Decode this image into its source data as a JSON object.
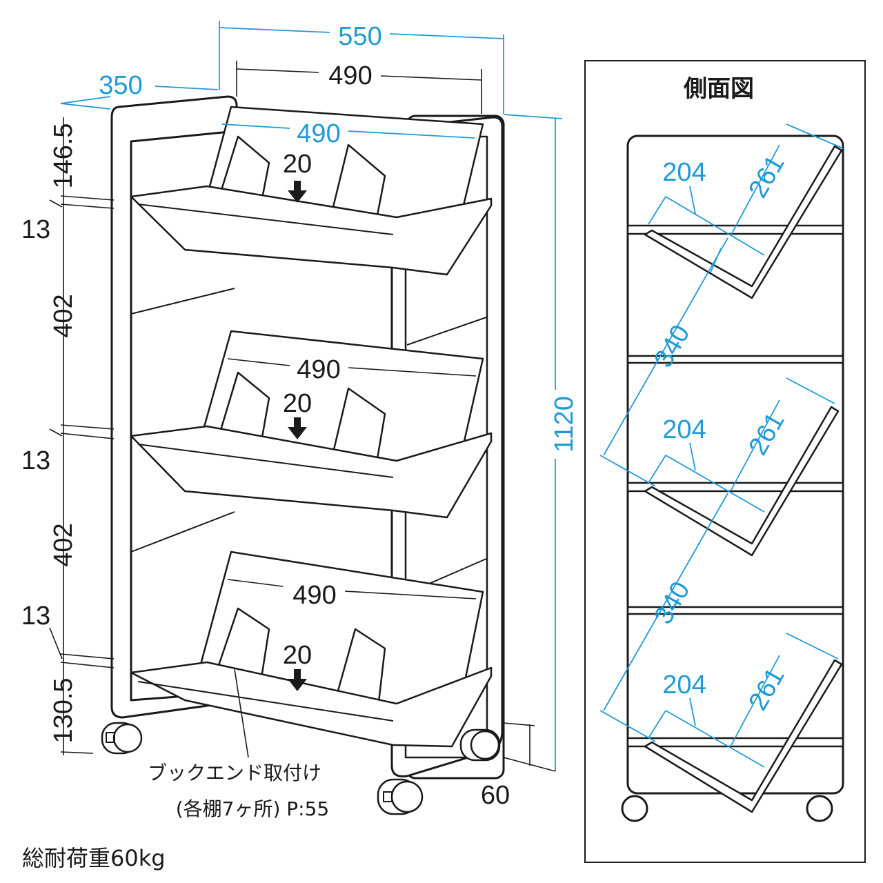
{
  "front_view": {
    "dims": {
      "total_width": "550",
      "inner_width_top": "490",
      "depth": "350",
      "height_total": "1120",
      "top_clearance": "146.5",
      "shelf_thickness_1": "13",
      "shelf_gap_1": "402",
      "shelf_thickness_2": "13",
      "shelf_gap_2": "402",
      "shelf_thickness_3": "13",
      "bottom_clearance": "130.5",
      "caster_height": "60"
    },
    "shelves": [
      {
        "width_label": "490",
        "bookend_label": "20"
      },
      {
        "width_label": "490",
        "bookend_label": "20"
      },
      {
        "width_label": "490",
        "bookend_label": "20"
      }
    ],
    "bookend_note_line1": "ブックエンド取付け",
    "bookend_note_line2": "(各棚7ヶ所) P:55",
    "load_note": "総耐荷重60kg"
  },
  "side_view": {
    "title": "側面図",
    "shelves": [
      {
        "depth": "204",
        "slant": "261"
      },
      {
        "depth": "204",
        "slant": "261"
      },
      {
        "depth": "204",
        "slant": "261"
      }
    ],
    "spacing": [
      "340",
      "340"
    ]
  },
  "colors": {
    "line": "#1a1a1a",
    "dimension_blue": "#1e9ad6"
  }
}
